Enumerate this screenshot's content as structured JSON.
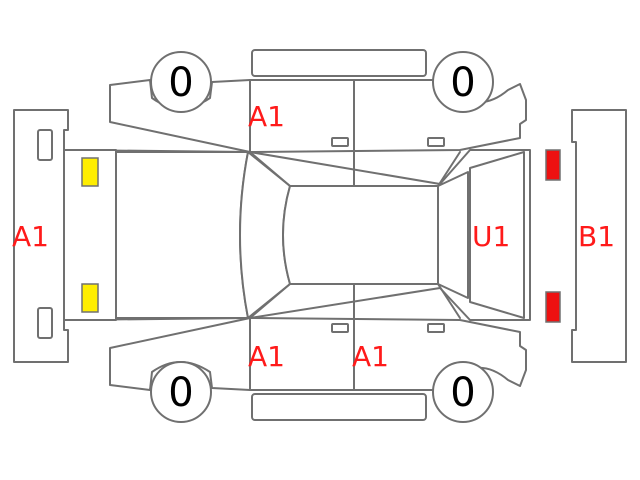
{
  "labels": {
    "front_bumper": "A1",
    "roof_left_front": "A1",
    "rear_hatch": "U1",
    "rear_bumper": "B1",
    "rocker_right_front": "A1",
    "rocker_right_rear": "A1"
  },
  "tires": {
    "left_front": "0",
    "left_rear": "0",
    "right_front": "0",
    "right_rear": "0"
  },
  "colors": {
    "label": "#ff1a1a",
    "outline": "#707070",
    "headlight": "#ffee00",
    "taillight": "#ee1111"
  }
}
